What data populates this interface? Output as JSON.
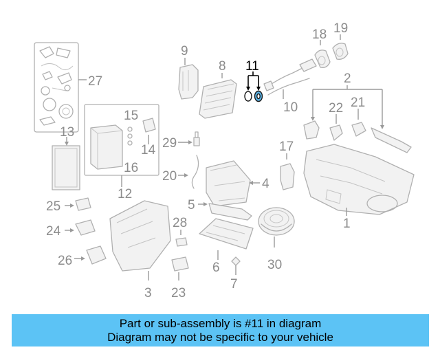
{
  "diagram": {
    "callouts": [
      "11",
      "9",
      "8",
      "10",
      "18",
      "19",
      "2",
      "27",
      "22",
      "21",
      "13",
      "15",
      "14",
      "29",
      "17",
      "16",
      "12",
      "20",
      "4",
      "25",
      "5",
      "24",
      "28",
      "1",
      "26",
      "6",
      "30",
      "3",
      "23",
      "7"
    ]
  },
  "banner": {
    "line1": "Part or sub-assembly is #11 in diagram",
    "line2": "Diagram may not be specific to your vehicle"
  },
  "colors": {
    "banner_bg": "#5cc3f5",
    "highlight": "#5ab3e6"
  }
}
